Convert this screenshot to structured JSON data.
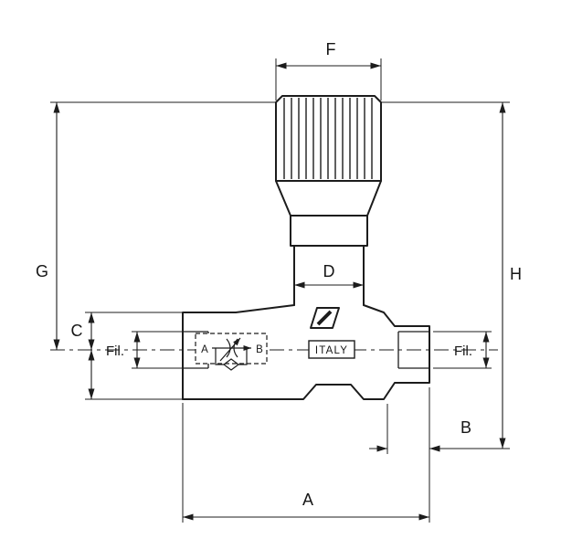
{
  "drawing": {
    "subject": "flow-control-valve-dimension-drawing",
    "colors": {
      "line": "#1c1c1c",
      "background": "#ffffff"
    },
    "dims": {
      "f": "F",
      "g": "G",
      "h": "H",
      "c": "C",
      "d": "D",
      "b": "B",
      "a": "A"
    },
    "threads": {
      "left": "Fil.",
      "right": "Fil."
    },
    "body": {
      "origin_marking": "ITALY"
    },
    "symbol": {
      "port_in": "A",
      "port_out": "B"
    }
  }
}
